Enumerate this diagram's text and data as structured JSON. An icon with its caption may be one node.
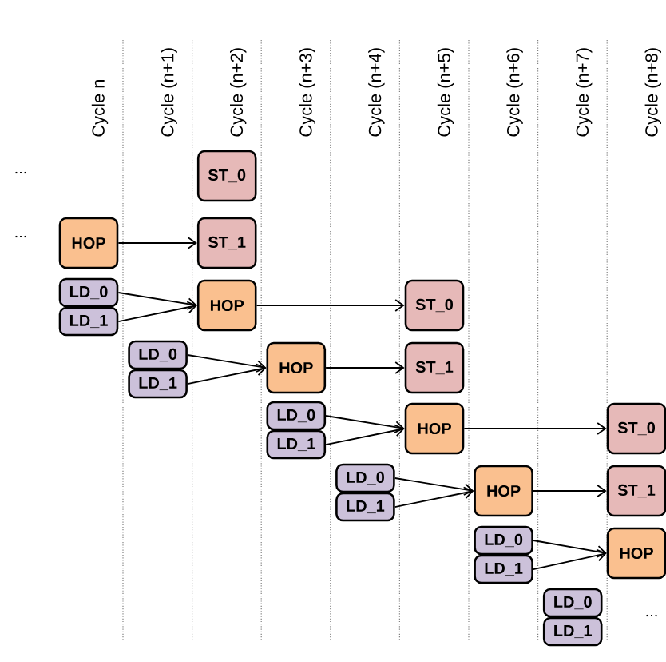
{
  "diagram": {
    "nodes": [
      {
        "text": [
          "ST_0"
        ]
      },
      {
        "text": [
          "HOP"
        ]
      },
      {
        "text": [
          "ST_1"
        ]
      },
      {
        "text": [
          "LD_0"
        ]
      },
      {
        "text": [
          "LD_1"
        ]
      },
      {
        "text": [
          "HOP"
        ]
      },
      {
        "text": [
          "ST_0"
        ]
      },
      {
        "text": [
          "LD_0"
        ]
      },
      {
        "text": [
          "LD_1"
        ]
      },
      {
        "text": [
          "HOP"
        ]
      },
      {
        "text": [
          "ST_1"
        ]
      },
      {
        "text": [
          "LD_0"
        ]
      },
      {
        "text": [
          "LD_1"
        ]
      },
      {
        "text": [
          "HOP"
        ]
      },
      {
        "text": [
          "ST_0"
        ]
      },
      {
        "text": [
          "LD_0"
        ]
      },
      {
        "text": [
          "LD_1"
        ]
      },
      {
        "text": [
          "HOP"
        ]
      },
      {
        "text": [
          "ST_1"
        ]
      },
      {
        "text": [
          "LD_0"
        ]
      },
      {
        "text": [
          "LD_1"
        ]
      },
      {
        "text": [
          "HOP"
        ]
      },
      {
        "text": [
          "LD_0"
        ]
      },
      {
        "text": [
          "LD_1"
        ]
      }
    ],
    "edges": [
      {
        "from": 1,
        "to": 2,
        "arrow": "to"
      },
      {
        "from": 3,
        "to": 5,
        "arrow": "to"
      },
      {
        "from": 4,
        "to": 5,
        "arrow": "to"
      },
      {
        "from": 5,
        "to": 6,
        "arrow": "to"
      },
      {
        "from": 7,
        "to": 9,
        "arrow": "to"
      },
      {
        "from": 8,
        "to": 9,
        "arrow": "to"
      },
      {
        "from": 9,
        "to": 10,
        "arrow": "to"
      },
      {
        "from": 11,
        "to": 13,
        "arrow": "to"
      },
      {
        "from": 12,
        "to": 13,
        "arrow": "to"
      },
      {
        "from": 13,
        "to": 14,
        "arrow": "to"
      },
      {
        "from": 15,
        "to": 17,
        "arrow": "to"
      },
      {
        "from": 16,
        "to": 17,
        "arrow": "to"
      },
      {
        "from": 17,
        "to": 18,
        "arrow": "to"
      },
      {
        "from": 19,
        "to": 21,
        "arrow": "to"
      },
      {
        "from": 20,
        "to": 21,
        "arrow": "to"
      }
    ],
    "labels": [
      "Cycle n",
      "Cycle (n+1)",
      "Cycle (n+2)",
      "Cycle (n+3)",
      "Cycle (n+4)",
      "Cycle (n+5)",
      "Cycle (n+6)",
      "Cycle (n+7)",
      "Cycle (n+8)",
      "...",
      "...",
      "..."
    ]
  }
}
